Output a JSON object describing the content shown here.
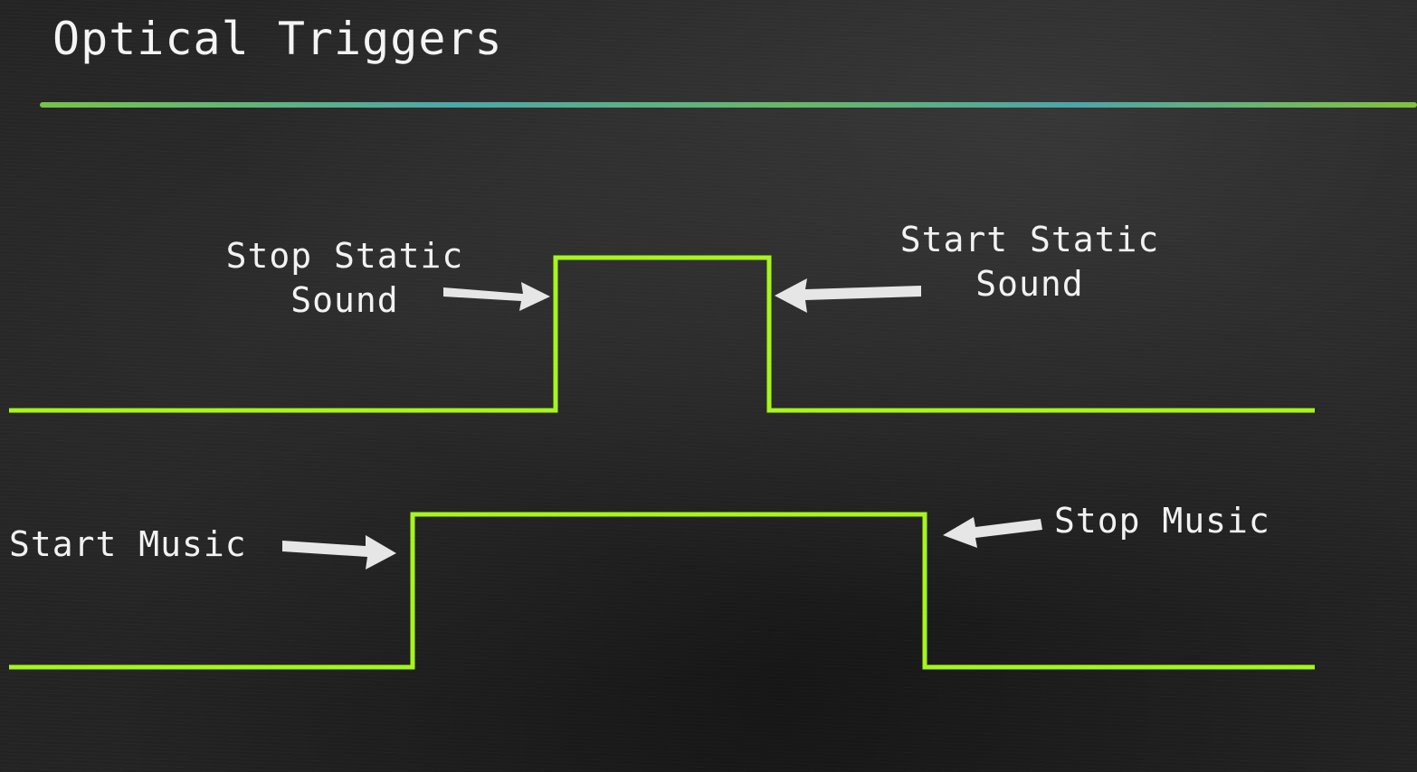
{
  "title": "Optical Triggers",
  "colors": {
    "signal": "#a6f51c",
    "arrow": "#e6e6e6",
    "text": "#f2f2f2",
    "background": "#232323"
  },
  "signals": [
    {
      "name": "static-sound-signal",
      "labels": {
        "rise": [
          "Stop Static",
          "Sound"
        ],
        "fall": [
          "Start Static",
          "Sound"
        ]
      }
    },
    {
      "name": "music-signal",
      "labels": {
        "rise": [
          "Start Music"
        ],
        "fall": [
          "Stop Music"
        ]
      }
    }
  ]
}
